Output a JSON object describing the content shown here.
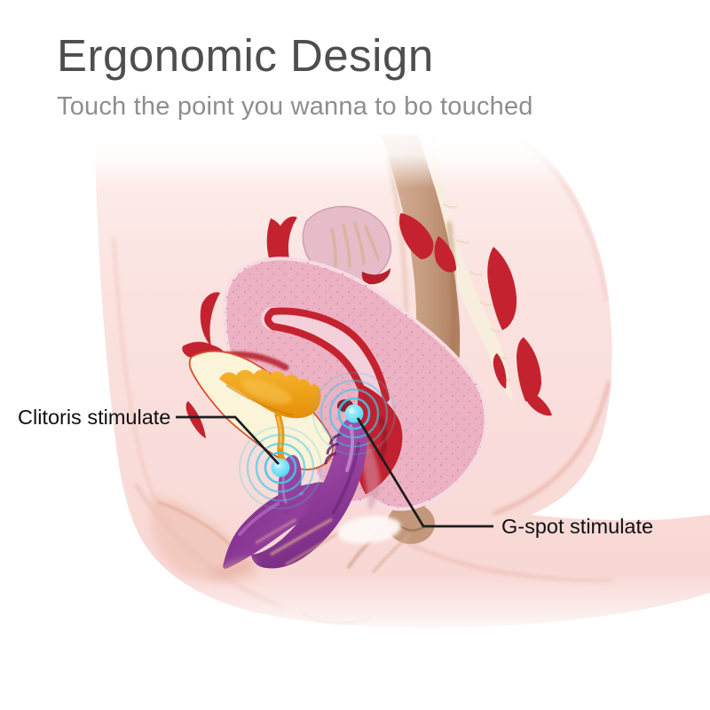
{
  "header": {
    "title": "Ergonomic Design",
    "subtitle": "Touch the point you wanna to bo touched"
  },
  "annotations": {
    "clitoris": {
      "label": "Clitoris stimulate",
      "side": "left"
    },
    "gspot": {
      "label": "G-spot stimulate",
      "side": "right"
    }
  },
  "illustration": {
    "type": "anatomical-cross-section",
    "subject": "Sagittal view of female pelvis with dual-point wearable vibrator in place",
    "parts": [
      "body silhouette",
      "uterus",
      "uterine cavity",
      "fimbriae",
      "bladder",
      "urethra",
      "vagina",
      "rectum",
      "anus",
      "sacrum",
      "vulva folds",
      "vibrator",
      "clitoris stimulation point",
      "g-spot stimulation point"
    ],
    "stimulation_points": [
      {
        "id": "clitoris",
        "marker": "cyan ripple"
      },
      {
        "id": "g-spot",
        "marker": "cyan ripple"
      }
    ]
  },
  "colors": {
    "title_gray": "#4e4e4e",
    "subtitle_gray": "#8e8e8e",
    "label_black": "#101010",
    "body_pink": "#fbe2df",
    "organ_pink": "#ecb2c3",
    "organ_red": "#c5222f",
    "bladder_cream": "#fcf4d8",
    "bladder_orange": "#ef9c14",
    "rectum_tan": "#c49a7e",
    "sacrum_cream": "#f8efdd",
    "device_purple": "#8e3b97",
    "ripple_cyan": "#3fc8e9",
    "leader_line": "#1c1c1c"
  }
}
